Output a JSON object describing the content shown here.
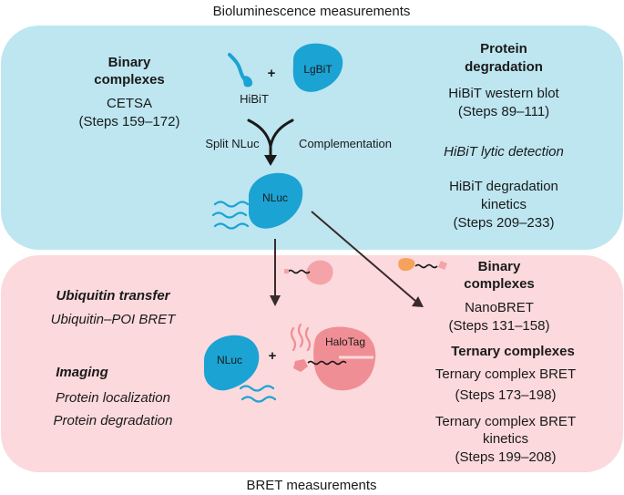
{
  "top_title": "Bioluminescence measurements",
  "bottom_title": "BRET measurements",
  "biolum": {
    "binary_heading_1": "Binary",
    "binary_heading_2": "complexes",
    "cetsa": "CETSA",
    "cetsa_steps": "(Steps 159–172)",
    "hibit_label": "HiBiT",
    "plus": "+",
    "lgbit_label": "LgBiT",
    "split_nluc": "Split NLuc",
    "complementation": "Complementation",
    "nluc_label": "NLuc",
    "protein_deg_1": "Protein",
    "protein_deg_2": "degradation",
    "western": "HiBiT western blot",
    "western_steps": "(Steps 89–111)",
    "lytic": "HiBiT lytic detection",
    "kinetics_1": "HiBiT degradation",
    "kinetics_2": "kinetics",
    "kinetics_steps": "(Steps 209–233)"
  },
  "bret": {
    "ubiquitin_transfer": "Ubiquitin transfer",
    "ubiquitin_poi": "Ubiquitin–POI BRET",
    "imaging": "Imaging",
    "localization": "Protein localization",
    "degradation": "Protein degradation",
    "nluc_label": "NLuc",
    "plus": "+",
    "halotag_label": "HaloTag",
    "binary_heading_1": "Binary",
    "binary_heading_2": "complexes",
    "nanobret": "NanoBRET",
    "nanobret_steps": "(Steps 131–158)",
    "ternary_heading": "Ternary complexes",
    "ternary_bret": "Ternary complex BRET",
    "ternary_bret_steps": "(Steps 173–198)",
    "ternary_kin_1": "Ternary complex BRET",
    "ternary_kin_2": "kinetics",
    "ternary_kin_steps": "(Steps 199–208)"
  },
  "colors": {
    "top_panel": "#bde6f1",
    "bottom_panel": "#fbd9dc",
    "nluc_blue": "#1ba3d3",
    "halotag_pink": "#f08e95",
    "small_pink": "#f4a3a8",
    "orange": "#f5a25a",
    "arrow": "#3a2a2a",
    "text": "#1a1a1a"
  }
}
